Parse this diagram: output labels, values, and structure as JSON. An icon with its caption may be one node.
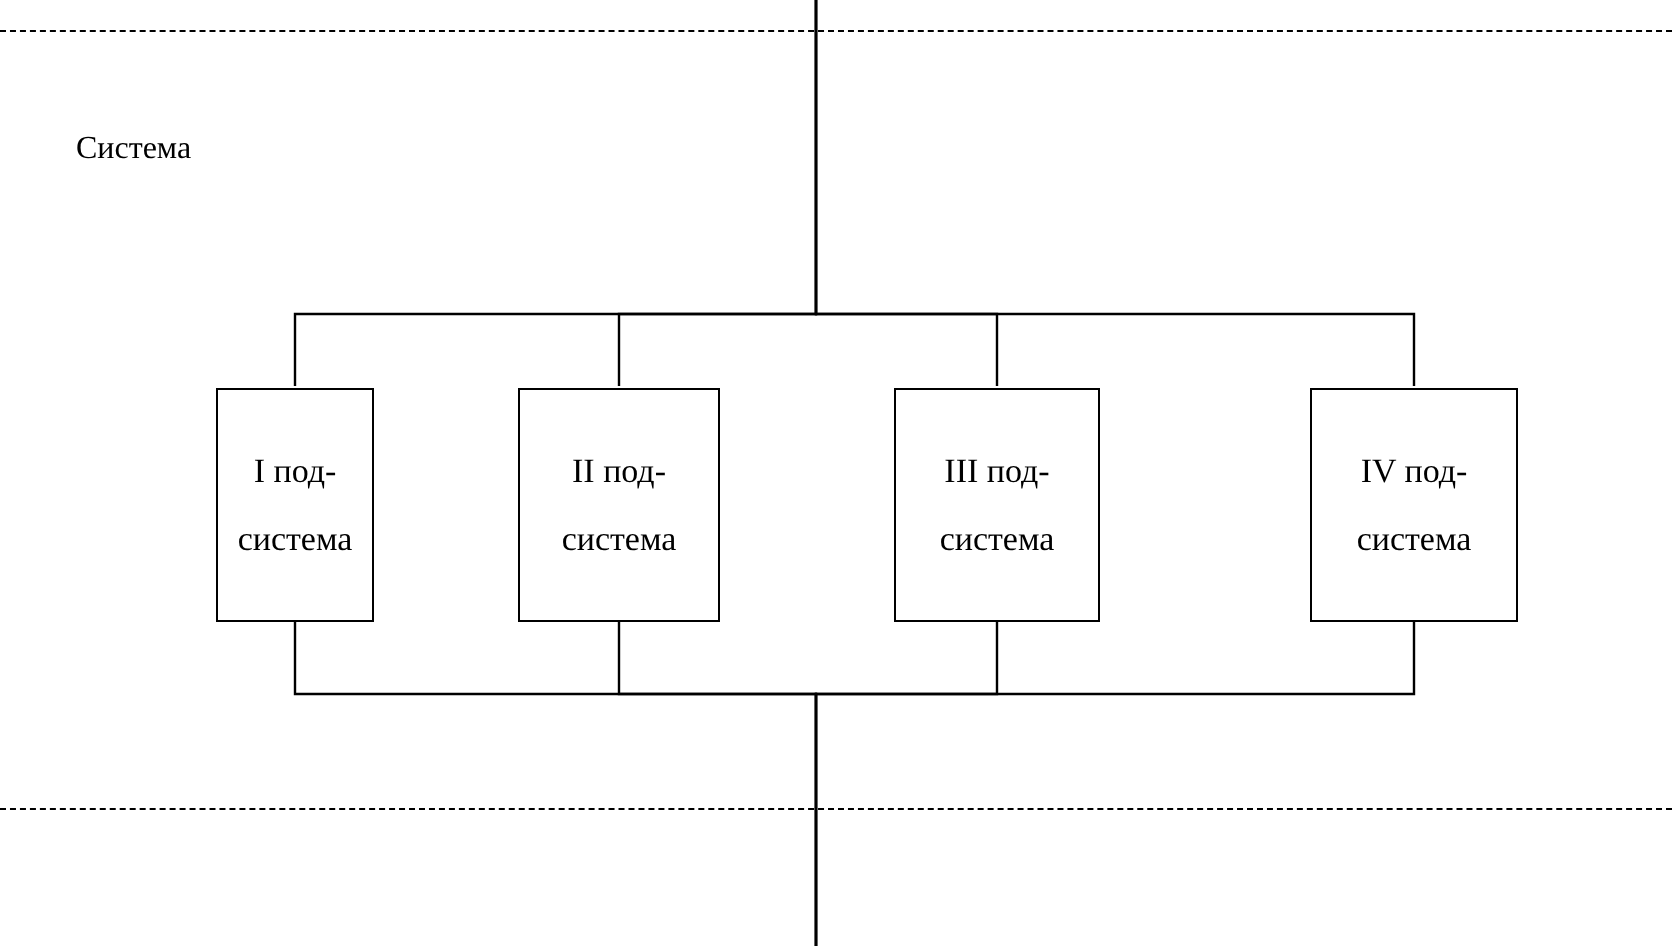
{
  "diagram": {
    "nodes": [
      {
        "text": [
          "Система"
        ]
      },
      {
        "text": [
          "I под- система"
        ],
        "in": 0
      },
      {
        "text": [
          "II под- система"
        ],
        "in": 0
      },
      {
        "text": [
          "III под- система"
        ],
        "in": 0
      },
      {
        "text": [
          "IV под- система"
        ],
        "in": 0
      }
    ],
    "edges": [
      {
        "from": null,
        "to": 1,
        "arrow": "none"
      },
      {
        "from": null,
        "to": 2,
        "arrow": "none"
      },
      {
        "from": null,
        "to": 3,
        "arrow": "none"
      },
      {
        "from": null,
        "to": 4,
        "arrow": "none"
      },
      {
        "from": 1,
        "to": null,
        "arrow": "none"
      },
      {
        "from": 2,
        "to": null,
        "arrow": "none"
      },
      {
        "from": 3,
        "to": null,
        "arrow": "none"
      },
      {
        "from": 4,
        "to": null,
        "arrow": "none"
      }
    ]
  }
}
